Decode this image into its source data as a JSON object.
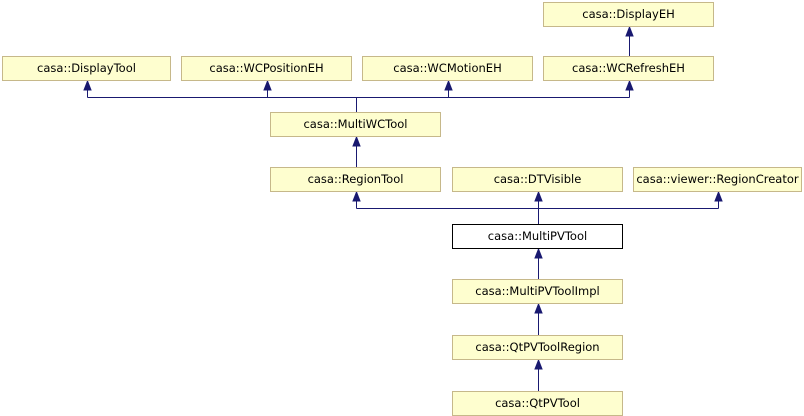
{
  "diagram": {
    "nodes": {
      "display_eh": "casa::DisplayEH",
      "display_tool": "casa::DisplayTool",
      "wc_position_eh": "casa::WCPositionEH",
      "wc_motion_eh": "casa::WCMotionEH",
      "wc_refresh_eh": "casa::WCRefreshEH",
      "multi_wc_tool": "casa::MultiWCTool",
      "region_tool": "casa::RegionTool",
      "dt_visible": "casa::DTVisible",
      "region_creator": "casa::viewer::RegionCreator",
      "multi_pv_tool": "casa::MultiPVTool",
      "multi_pv_tool_impl": "casa::MultiPVToolImpl",
      "qt_pv_tool_region": "casa::QtPVToolRegion",
      "qt_pv_tool": "casa::QtPVTool"
    },
    "edges": [
      {
        "from": "wc_refresh_eh",
        "to": "display_eh"
      },
      {
        "from": "multi_wc_tool",
        "to": "display_tool"
      },
      {
        "from": "multi_wc_tool",
        "to": "wc_position_eh"
      },
      {
        "from": "multi_wc_tool",
        "to": "wc_motion_eh"
      },
      {
        "from": "multi_wc_tool",
        "to": "wc_refresh_eh"
      },
      {
        "from": "region_tool",
        "to": "multi_wc_tool"
      },
      {
        "from": "multi_pv_tool",
        "to": "region_tool"
      },
      {
        "from": "multi_pv_tool",
        "to": "dt_visible"
      },
      {
        "from": "multi_pv_tool",
        "to": "region_creator"
      },
      {
        "from": "multi_pv_tool_impl",
        "to": "multi_pv_tool"
      },
      {
        "from": "qt_pv_tool_region",
        "to": "multi_pv_tool_impl"
      },
      {
        "from": "qt_pv_tool",
        "to": "qt_pv_tool_region"
      }
    ],
    "colors": {
      "node_fill": "#fefecf",
      "node_border": "#c6b88a",
      "focus_fill": "#ffffff",
      "focus_border": "#000000",
      "edge": "#191970"
    }
  }
}
